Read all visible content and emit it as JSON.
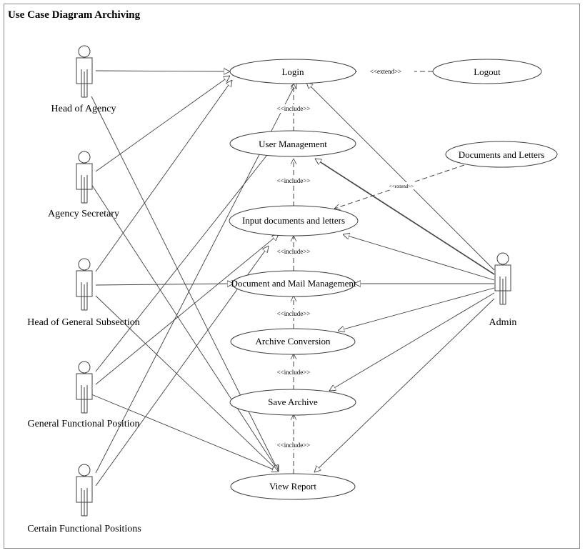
{
  "title": "Use Case Diagram Archiving",
  "actors": [
    {
      "id": "head-of-agency",
      "label": "Head of Agency"
    },
    {
      "id": "agency-secretary",
      "label": "Agency Secretary"
    },
    {
      "id": "head-of-general-subsection",
      "label": "Head of General Subsection"
    },
    {
      "id": "general-functional-position",
      "label": "General Functional Position"
    },
    {
      "id": "certain-functional-positions",
      "label": "Certain Functional Positions"
    },
    {
      "id": "admin",
      "label": "Admin"
    }
  ],
  "use_cases": [
    {
      "id": "login",
      "label": "Login"
    },
    {
      "id": "logout",
      "label": "Logout"
    },
    {
      "id": "user-management",
      "label": "User Management"
    },
    {
      "id": "documents-and-letters",
      "label": "Documents and Letters"
    },
    {
      "id": "input-documents",
      "label": "Input documents and letters"
    },
    {
      "id": "document-mail-management",
      "label": "Document and Mail Management"
    },
    {
      "id": "archive-conversion",
      "label": "Archive Conversion"
    },
    {
      "id": "save-archive",
      "label": "Save Archive"
    },
    {
      "id": "view-report",
      "label": "View Report"
    }
  ],
  "relations": {
    "extend_label": "<<extend>>",
    "include_label": "<<include>>"
  },
  "colors": {
    "line": "#404040",
    "frame": "#8c8c8c"
  }
}
